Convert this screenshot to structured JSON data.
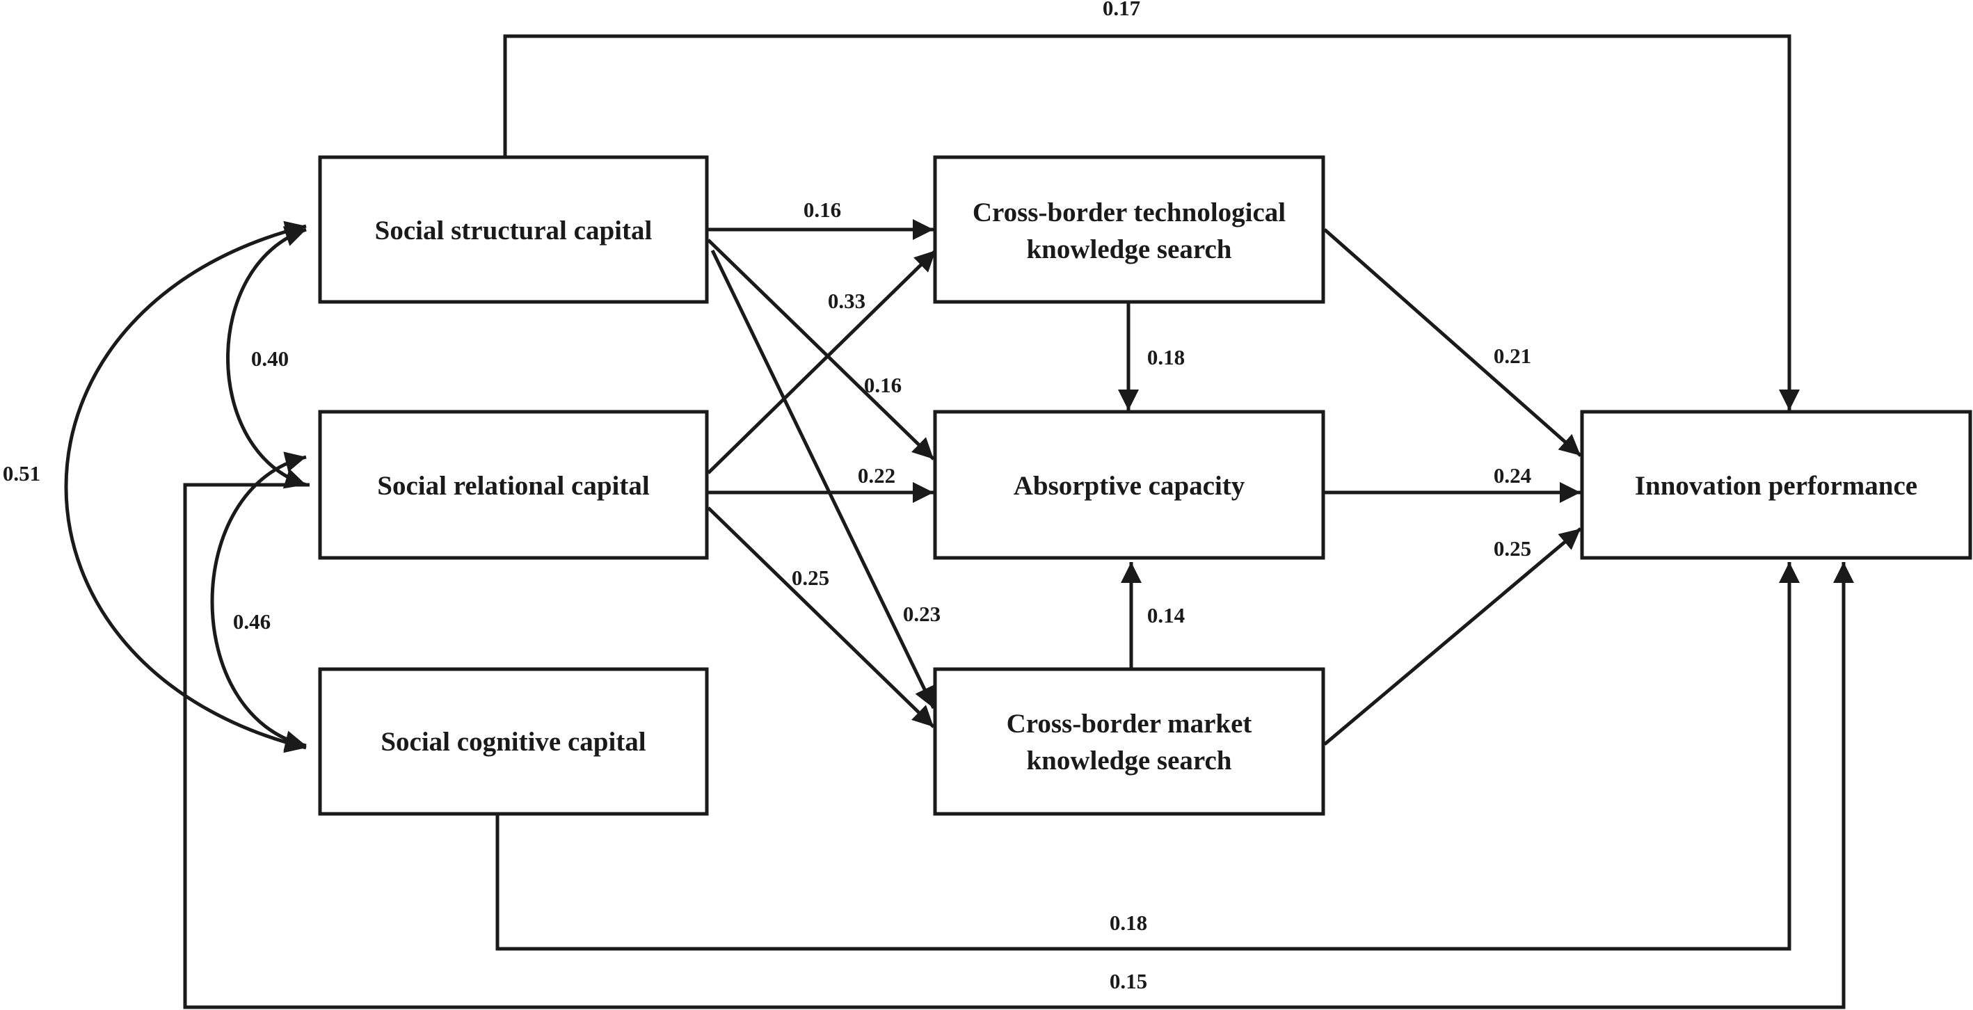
{
  "nodes": {
    "social_structural": "Social structural capital",
    "social_relational": "Social relational capital",
    "social_cognitive": "Social cognitive capital",
    "tech_search_line1": "Cross-border technological",
    "tech_search_line2": "knowledge search",
    "absorptive": "Absorptive capacity",
    "market_search_line1": "Cross-border market",
    "market_search_line2": "knowledge search",
    "innovation": "Innovation performance"
  },
  "paths": {
    "structural_to_innovation": "0.17",
    "structural_to_tech": "0.16",
    "relational_to_tech": "0.33",
    "structural_to_absorptive": "0.16",
    "relational_to_absorptive": "0.22",
    "relational_to_market": "0.25",
    "structural_to_market": "0.23",
    "tech_to_absorptive": "0.18",
    "market_to_absorptive": "0.14",
    "tech_to_innovation": "0.21",
    "absorptive_to_innovation": "0.24",
    "market_to_innovation": "0.25",
    "cognitive_to_innovation": "0.18",
    "relational_to_innovation": "0.15"
  },
  "correlations": {
    "structural_relational": "0.40",
    "relational_cognitive": "0.46",
    "structural_cognitive": "0.51"
  },
  "colors": {
    "line": "#1a1a1a",
    "background": "#ffffff"
  }
}
